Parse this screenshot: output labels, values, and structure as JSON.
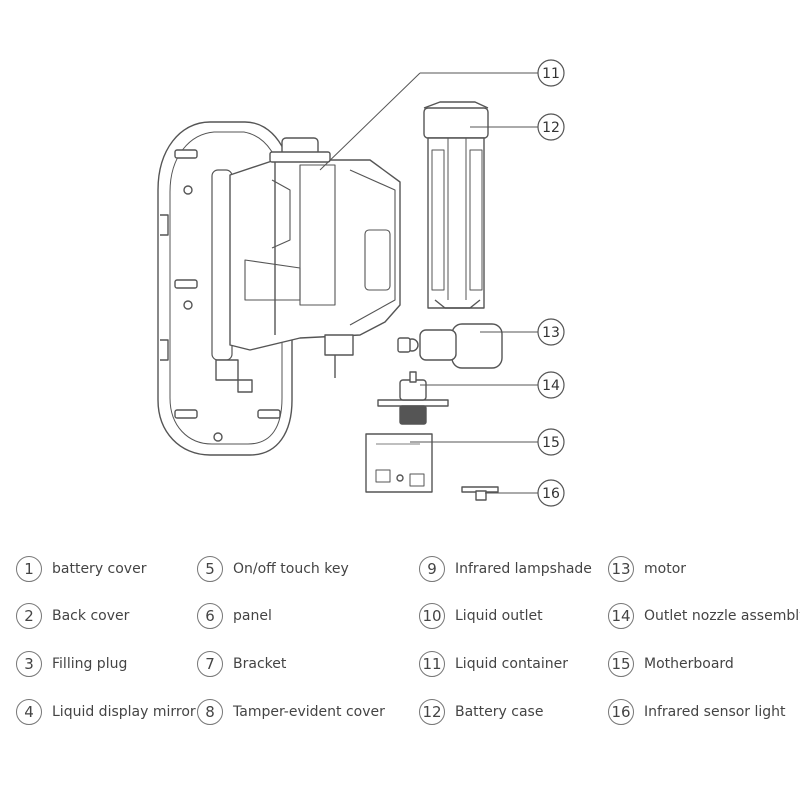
{
  "callouts": [
    {
      "num": "11"
    },
    {
      "num": "12"
    },
    {
      "num": "13"
    },
    {
      "num": "14"
    },
    {
      "num": "15"
    },
    {
      "num": "16"
    }
  ],
  "legend": [
    {
      "num": "1",
      "label": "battery cover"
    },
    {
      "num": "2",
      "label": "Back cover"
    },
    {
      "num": "3",
      "label": "Filling plug"
    },
    {
      "num": "4",
      "label": "Liquid display mirror"
    },
    {
      "num": "5",
      "label": "On/off touch key"
    },
    {
      "num": "6",
      "label": "panel"
    },
    {
      "num": "7",
      "label": "Bracket"
    },
    {
      "num": "8",
      "label": "Tamper-evident cover"
    },
    {
      "num": "9",
      "label": "Infrared lampshade"
    },
    {
      "num": "10",
      "label": "Liquid outlet"
    },
    {
      "num": "11",
      "label": "Liquid container"
    },
    {
      "num": "12",
      "label": "Battery case"
    },
    {
      "num": "13",
      "label": "motor"
    },
    {
      "num": "14",
      "label": "Outlet nozzle assembly"
    },
    {
      "num": "15",
      "label": "Motherboard"
    },
    {
      "num": "16",
      "label": "Infrared sensor light"
    }
  ],
  "colors": {
    "line": "#555555",
    "fill": "#ffffff",
    "text": "#444444"
  }
}
